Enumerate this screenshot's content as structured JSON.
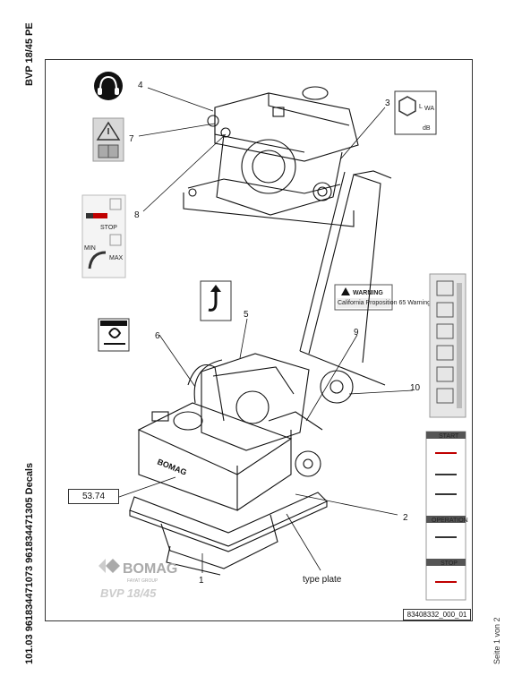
{
  "document": {
    "title": "BVP 18/45 PE",
    "code_line": "101.03 961834471073 961834471305 Decals",
    "page_label": "Seite 1 von 2",
    "reference_number": "83408332_000_01"
  },
  "callouts": [
    "1",
    "2",
    "3",
    "4",
    "5",
    "6",
    "7",
    "8",
    "9",
    "10"
  ],
  "labels": {
    "value_box": "53.74",
    "type_plate": "type plate",
    "warning_decal": "WARNING",
    "warning_small": "California Proposition 65 Warning",
    "stop": "STOP",
    "min": "MIN",
    "max": "MAX",
    "brand": "BOMAG",
    "brand_sub": "FAYAT GROUP",
    "model_script": "BVP 18/45",
    "sound_symbol": "L",
    "sound_sub": "WA",
    "sound_unit": "dB",
    "start": "START",
    "operation": "OPERATION",
    "stop_panel": "STOP"
  },
  "colors": {
    "line": "#111111",
    "frame": "#333333",
    "decal_grey": "#9a9a9a",
    "panel_bg": "#e6e6e6"
  }
}
